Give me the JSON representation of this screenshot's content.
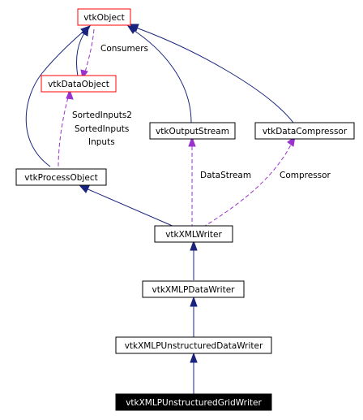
{
  "nodes": {
    "vtkObject": "vtkObject",
    "vtkDataObject": "vtkDataObject",
    "vtkOutputStream": "vtkOutputStream",
    "vtkDataCompressor": "vtkDataCompressor",
    "vtkProcessObject": "vtkProcessObject",
    "vtkXMLWriter": "vtkXMLWriter",
    "vtkXMLPDataWriter": "vtkXMLPDataWriter",
    "vtkXMLPUnstructuredDataWriter": "vtkXMLPUnstructuredDataWriter",
    "vtkXMLPUnstructuredGridWriter": "vtkXMLPUnstructuredGridWriter"
  },
  "edge_labels": {
    "consumers": "Consumers",
    "sorted_inputs2": "SortedInputs2",
    "sorted_inputs": "SortedInputs",
    "inputs": "Inputs",
    "data_stream": "DataStream",
    "compressor": "Compressor"
  },
  "colors": {
    "inheritance_edge": "#1a237e",
    "usage_edge": "#9a32cd",
    "highlight_border": "#ff0000",
    "current_node_fill": "#000000"
  }
}
